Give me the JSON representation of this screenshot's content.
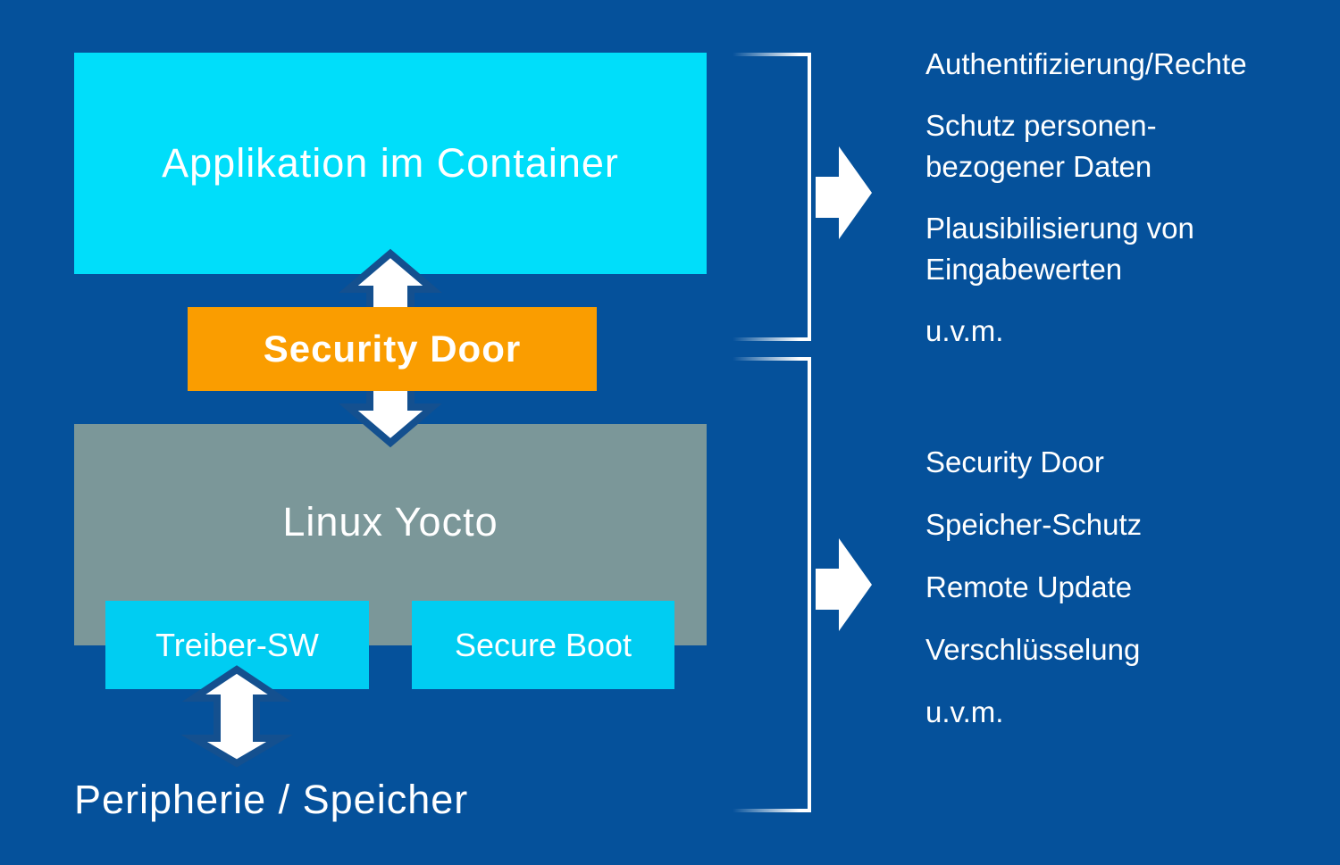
{
  "canvas": {
    "background_color": "#05519b"
  },
  "colors": {
    "background": "#05519b",
    "application_box": "#00defa",
    "sub_box_cyan": "#00cdf2",
    "security_door_orange": "#fa9d00",
    "linux_gray": "#7b9799",
    "arrow_fill": "#ffffff",
    "arrow_outline": "#14508f",
    "text": "#ffffff",
    "bracket_line": "#ffffff"
  },
  "diagram": {
    "app_box_label": "Applikation im Container",
    "security_door_label": "Security Door",
    "linux_box_label": "Linux Yocto",
    "treiber_box_label": "Treiber-SW",
    "secure_boot_label": "Secure Boot",
    "peripherie_label": "Peripherie / Speicher"
  },
  "right_panel": {
    "top_group": {
      "items": [
        "Authentifizierung/Rechte",
        "Schutz personen-\nbezogener Daten",
        "Plausibilisierung von\nEingabewerten",
        "u.v.m."
      ]
    },
    "bottom_group": {
      "items": [
        "Security Door",
        "Speicher-Schutz",
        "Remote Update",
        "Verschlüsselung",
        "u.v.m."
      ]
    }
  }
}
